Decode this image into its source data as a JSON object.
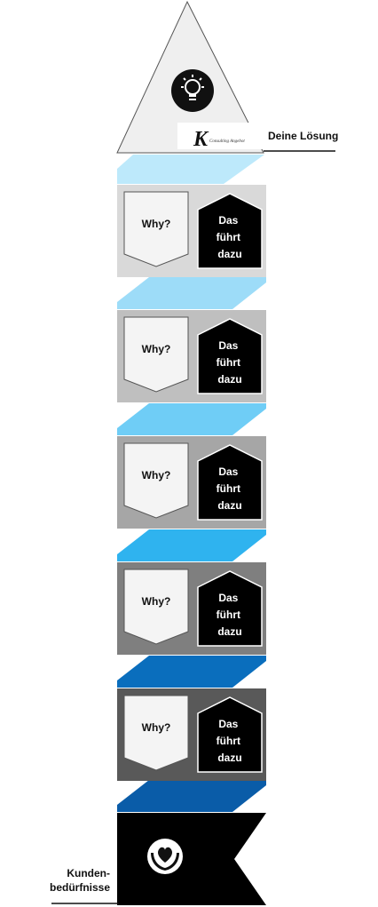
{
  "top": {
    "solution_label": "Deine Lösung",
    "logo_letter": "K",
    "logo_tagline": "Consulting Angebot",
    "icon": "lightbulb-icon"
  },
  "levels": [
    {
      "question": "Why?",
      "result": "Das führt dazu",
      "panel_color": "#d9d9d9",
      "band_color": "#bde9fb"
    },
    {
      "question": "Why?",
      "result": "Das führt dazu",
      "panel_color": "#bfbfbf",
      "band_color": "#9ddcf8"
    },
    {
      "question": "Why?",
      "result": "Das führt dazu",
      "panel_color": "#a6a6a6",
      "band_color": "#6fcdf6"
    },
    {
      "question": "Why?",
      "result": "Das führt dazu",
      "panel_color": "#7f7f7f",
      "band_color": "#2fb3ef"
    },
    {
      "question": "Why?",
      "result": "Das führt dazu",
      "panel_color": "#595959",
      "band_color": "#0a6ebd"
    }
  ],
  "bottom": {
    "needs_label_line1": "Kunden-",
    "needs_label_line2": "bedürfnisse",
    "icon": "hands-heart-icon",
    "band_color": "#0a5ca8"
  }
}
